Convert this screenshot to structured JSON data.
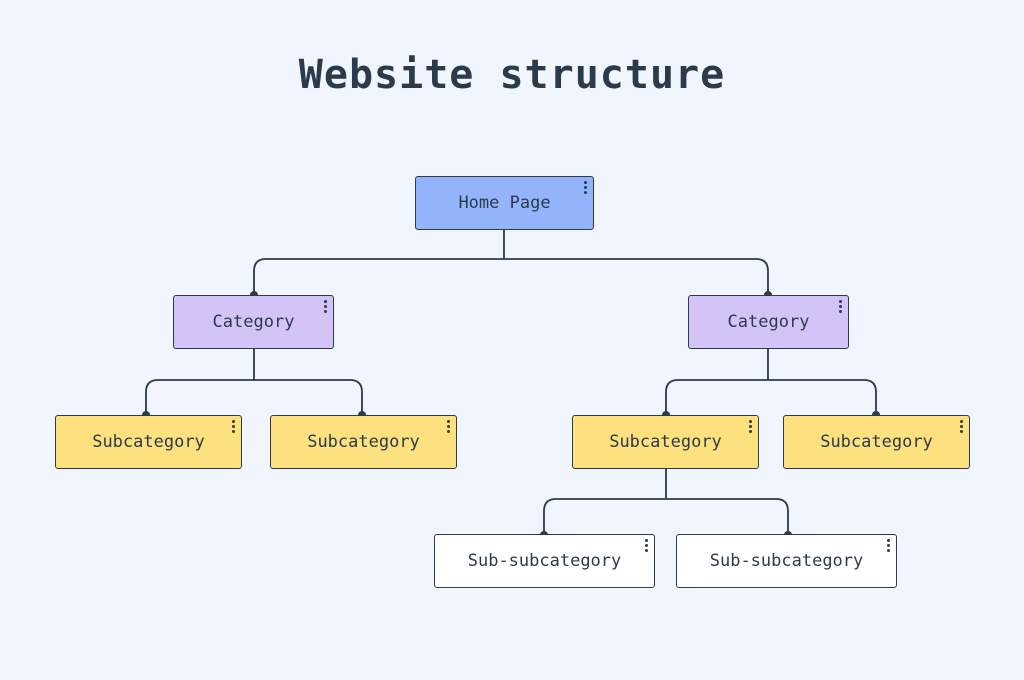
{
  "title": "Website structure",
  "nodes": {
    "home": "Home Page",
    "category_left": "Category",
    "category_right": "Category",
    "sub_1": "Subcategory",
    "sub_2": "Subcategory",
    "sub_3": "Subcategory",
    "sub_4": "Subcategory",
    "subsub_1": "Sub-subcategory",
    "subsub_2": "Sub-subcategory"
  },
  "colors": {
    "home": "#93b4fb",
    "category": "#d4c3f7",
    "subcategory": "#fce17e",
    "sub_subcategory": "#ffffff",
    "line": "#2b3b4c",
    "background": "#f1f5fd"
  }
}
